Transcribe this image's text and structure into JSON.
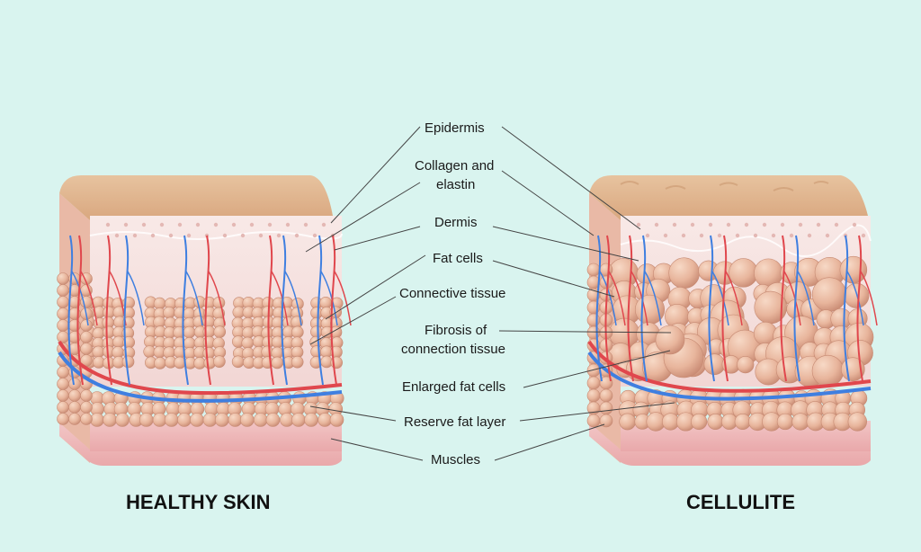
{
  "titles": {
    "healthy": "HEALTHY SKIN",
    "cellulite": "CELLULITE"
  },
  "labels": {
    "epidermis": "Epidermis",
    "collagen_1": "Collagen and",
    "collagen_2": "elastin",
    "dermis": "Dermis",
    "fat_cells": "Fat cells",
    "connective": "Connective tissue",
    "fibrosis_1": "Fibrosis of",
    "fibrosis_2": "connection tissue",
    "enlarged": "Enlarged fat cells",
    "reserve": "Reserve fat layer",
    "muscles": "Muscles"
  },
  "colors": {
    "background": "#d9f4ef",
    "epidermis_top": "#e3b98f",
    "dermis": "#f6e1df",
    "fat_cell": "#e8b59c",
    "muscle": "#efb9ba",
    "vein": "#3f7fe0",
    "artery": "#e0474d"
  }
}
